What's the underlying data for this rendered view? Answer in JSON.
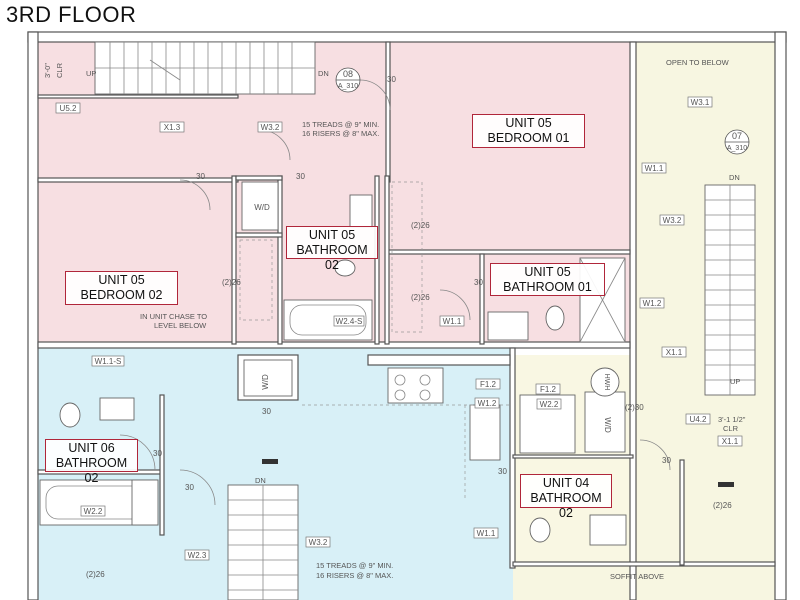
{
  "floor_title": "3RD FLOOR",
  "room_labels": {
    "u05_bed01": [
      "UNIT 05",
      "BEDROOM 01"
    ],
    "u05_bath02": [
      "UNIT 05",
      "BATHROOM 02"
    ],
    "u05_bed02": [
      "UNIT 05",
      "BEDROOM 02"
    ],
    "u05_bath01": [
      "UNIT 05",
      "BATHROOM 01"
    ],
    "u06_bath02": [
      "UNIT 06",
      "BATHROOM 02"
    ],
    "u04_bath02": [
      "UNIT 04",
      "BATHROOM 02"
    ]
  },
  "notes": {
    "treads_top_1": "15 TREADS @ 9\" MIN.",
    "treads_top_2": "16 RISERS @ 8\" MAX.",
    "treads_bot_1": "15 TREADS @ 9\" MIN.",
    "treads_bot_2": "16 RISERS @ 8\" MAX.",
    "open_to_below": "OPEN TO BELOW",
    "soffit_above": "SOFFIT ABOVE",
    "chase_1": "IN UNIT CHASE TO",
    "chase_2": "LEVEL BELOW",
    "up": "UP",
    "dn": "DN",
    "clr": "CLR",
    "dim_3_0": "3'-0\"",
    "dim_3_1_5": "3'-1 1/2\""
  },
  "section_marks": {
    "s08_num": "08",
    "s08_sheet": "A_310",
    "s07_num": "07",
    "s07_sheet": "A_310"
  },
  "tags": {
    "u52": "U5.2",
    "x13": "X1.3",
    "w32a": "W3.2",
    "w31": "W3.1",
    "w11a": "W1.1",
    "w32b": "W3.2",
    "w12a": "W1.2",
    "x11a": "X1.1",
    "u42": "U4.2",
    "x11b": "X1.1",
    "w11s": "W1.1-S",
    "w24s": "W2.4-S",
    "w11b": "W1.1",
    "f12a": "F1.2",
    "w12b": "W1.2",
    "f12b": "F1.2",
    "w22a": "W2.2",
    "w22b": "W2.2",
    "w23": "W2.3",
    "w32c": "W3.2",
    "w11c": "W1.1"
  },
  "fixtures": {
    "wd_1": "W/D",
    "wd_2": "W/D",
    "wd_3": "W/D",
    "hwh": "HWH"
  },
  "dims": {
    "d30_a": "30",
    "d30_b": "30",
    "d30_c": "30",
    "d30_d": "30",
    "d30_e": "30",
    "d30_f": "30",
    "d30_g": "30",
    "d30_h": "30",
    "d30_i": "30",
    "d30_j": "30",
    "d226_a": "(2)26",
    "d226_b": "(2)26",
    "d226_c": "(2)26",
    "d226_d": "(2)26",
    "d226_e": "(2)26",
    "d230": "(2)30"
  },
  "colors": {
    "unit05_pink": "#f7dfe2",
    "unit06_blue": "#d8f0f7",
    "unit04_yellow": "#f9f7e3",
    "stair_yellow": "#f7f6e1",
    "label_border": "#b0263a"
  }
}
